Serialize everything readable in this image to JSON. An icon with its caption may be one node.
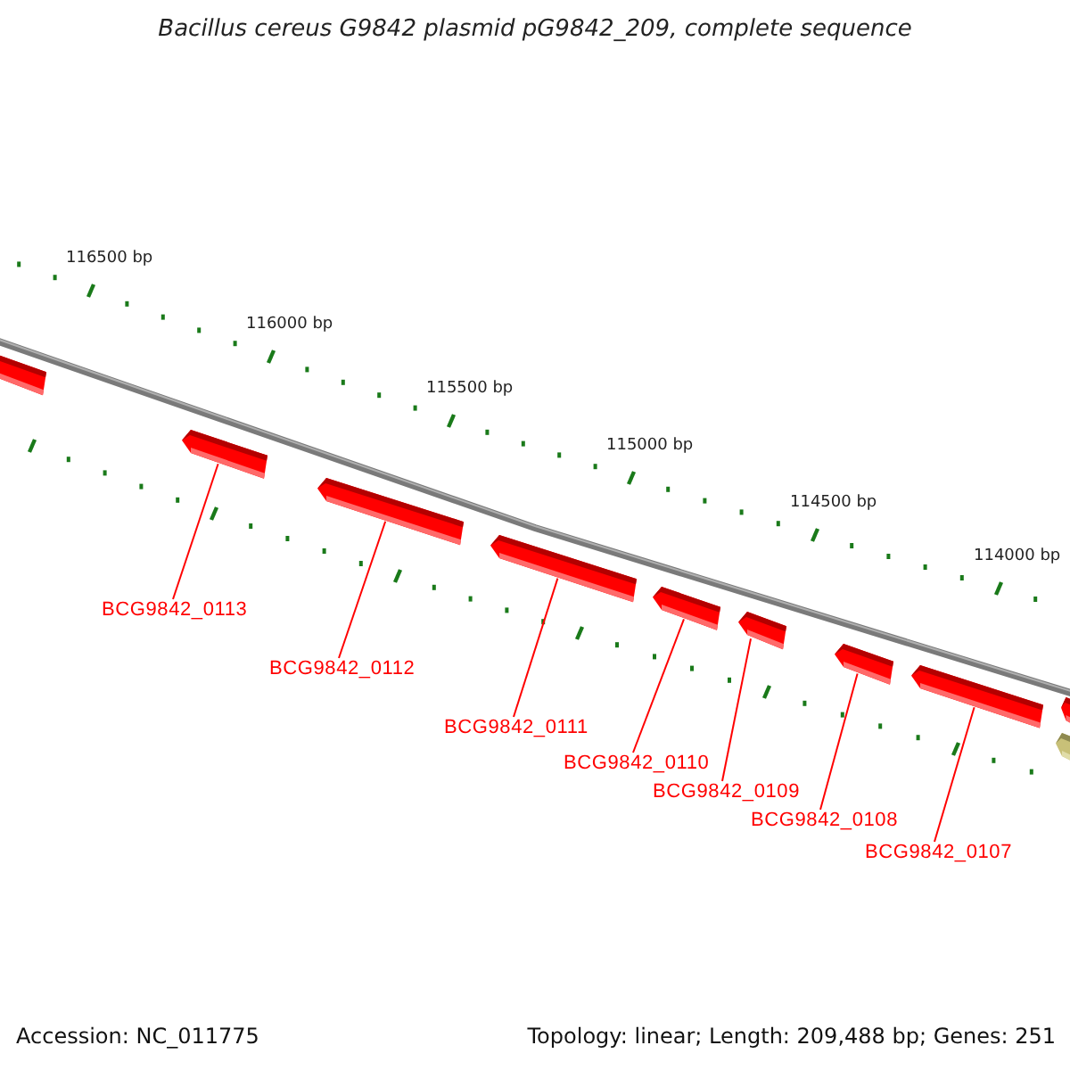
{
  "diagram": {
    "title": "Bacillus cereus G9842 plasmid pG9842_209, complete sequence",
    "nodes": [
      {
        "text": [],
        "shape": "bar"
      },
      {
        "text": [],
        "shape": "bar"
      },
      {
        "text": [],
        "shape": "bar"
      },
      {
        "text": [],
        "shape": "bar"
      },
      {
        "text": [],
        "shape": "bar"
      },
      {
        "text": [],
        "shape": "bar"
      },
      {
        "text": [],
        "shape": "bar"
      },
      {
        "text": [],
        "shape": "bar"
      },
      {
        "text": [],
        "shape": "bar"
      },
      {
        "text": [],
        "shape": "bar"
      },
      {
        "text": [
          "BCG9842_0113"
        ]
      },
      {
        "text": [
          "BCG9842_0112"
        ]
      },
      {
        "text": [
          "BCG9842_0111"
        ]
      },
      {
        "text": [
          "BCG9842_0110"
        ]
      },
      {
        "text": [
          "BCG9842_0109"
        ]
      },
      {
        "text": [
          "BCG9842_0108"
        ]
      },
      {
        "text": [
          "BCG9842_0107"
        ]
      }
    ],
    "edges": [
      {
        "from": 10,
        "to": 1,
        "arrow": "none"
      },
      {
        "from": 11,
        "to": 2,
        "arrow": "none"
      },
      {
        "from": 12,
        "to": 3,
        "arrow": "none"
      },
      {
        "from": 13,
        "to": 4,
        "arrow": "none"
      },
      {
        "from": 14,
        "to": 5,
        "arrow": "none"
      },
      {
        "from": 15,
        "to": 6,
        "arrow": "none"
      },
      {
        "from": 16,
        "to": 7,
        "arrow": "none"
      }
    ],
    "labels": [
      "116500 bp",
      "116000 bp",
      "115500 bp",
      "115000 bp",
      "114500 bp",
      "114000 bp",
      "Accession: NC_011775",
      "Topology: linear; Length: 209,488 bp; Genes: 251"
    ]
  }
}
